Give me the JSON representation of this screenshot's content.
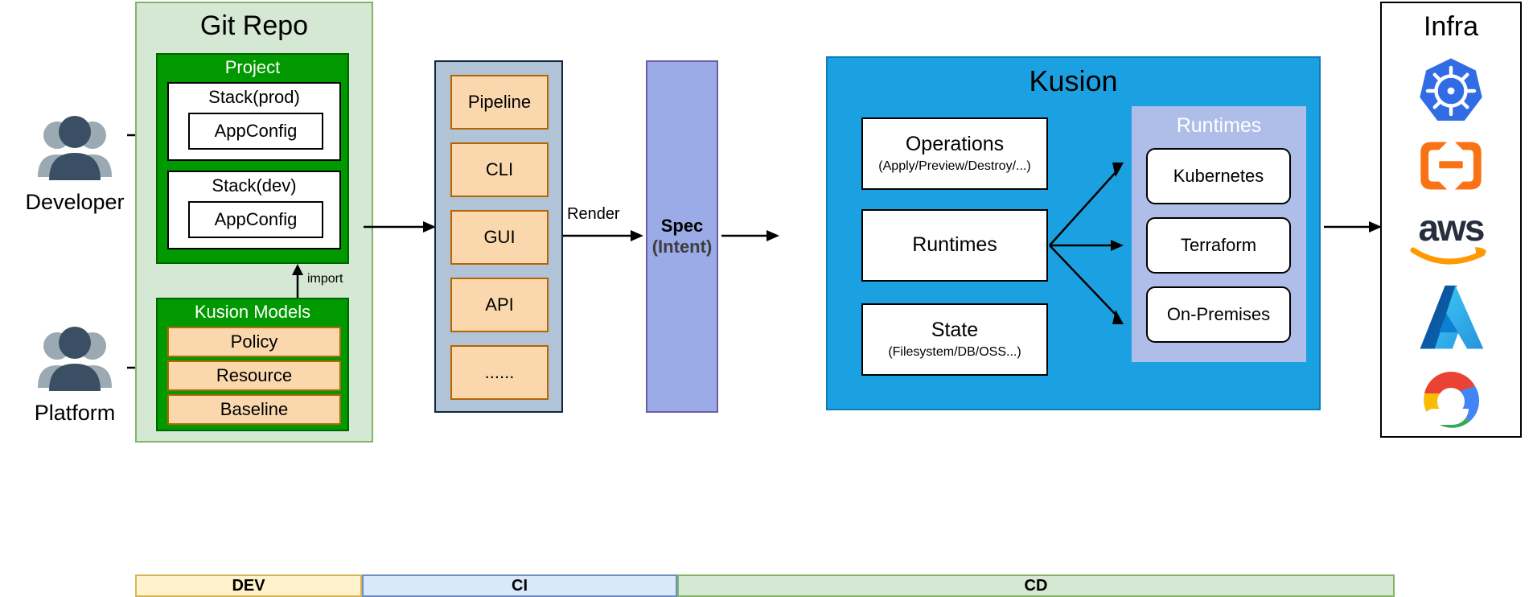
{
  "actors": [
    {
      "label": "Developer",
      "icon": "people-group-icon"
    },
    {
      "label": "Platform",
      "icon": "people-group-icon"
    }
  ],
  "git_repo": {
    "title": "Git Repo",
    "project": {
      "title": "Project",
      "stacks": [
        {
          "title": "Stack(prod)",
          "child": "AppConfig"
        },
        {
          "title": "Stack(dev)",
          "child": "AppConfig"
        }
      ]
    },
    "import_label": "import",
    "kusion_models": {
      "title": "Kusion Models",
      "items": [
        "Policy",
        "Resource",
        "Baseline"
      ]
    }
  },
  "tools": {
    "items": [
      "Pipeline",
      "CLI",
      "GUI",
      "API",
      "......"
    ]
  },
  "render_label": "Render",
  "spec": {
    "line1": "Spec",
    "line2": "(Intent)"
  },
  "kusion": {
    "title": "Kusion",
    "cards": [
      {
        "title": "Operations",
        "subtitle": "(Apply/Preview/Destroy/...)"
      },
      {
        "title": "Runtimes",
        "subtitle": ""
      },
      {
        "title": "State",
        "subtitle": "(Filesystem/DB/OSS...)"
      }
    ],
    "runtimes_panel": {
      "title": "Runtimes",
      "items": [
        "Kubernetes",
        "Terraform",
        "On-Premises"
      ]
    }
  },
  "infra": {
    "title": "Infra",
    "logos": [
      "kubernetes-logo",
      "terraform-bracket-logo",
      "aws-logo",
      "azure-logo",
      "google-cloud-logo"
    ]
  },
  "stages": [
    {
      "label": "DEV"
    },
    {
      "label": "CI"
    },
    {
      "label": "CD"
    }
  ],
  "colors": {
    "git_repo_fill": "#d5e8d4",
    "git_repo_stroke": "#82b366",
    "green_fill": "#009900",
    "peach_fill": "#fad7ac",
    "peach_stroke": "#b46504",
    "tools_fill": "#b1c3d6",
    "spec_fill": "#9aabe8",
    "kusion_fill": "#1ba1e2",
    "runtimes_fill": "#aebee8",
    "dev_fill": "#fff2cc",
    "ci_fill": "#dae8fc",
    "cd_fill": "#d5e8d4",
    "person_dark": "#3a4f63",
    "person_gray": "#9aa9b2"
  }
}
